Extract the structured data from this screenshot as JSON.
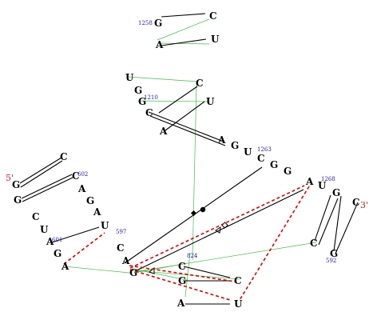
{
  "nucleotides": [
    "G",
    "C",
    "A",
    "U",
    "U",
    "G",
    "C",
    "G",
    "A",
    "C",
    "U",
    "A",
    "G",
    "U",
    "C",
    "G",
    "G",
    "A",
    "U",
    "G",
    "C",
    "G",
    "C",
    "G",
    "C",
    "G",
    "C",
    "A",
    "G",
    "A",
    "C",
    "U",
    "U",
    "A",
    "A",
    "G",
    "G",
    "C",
    "A",
    "C",
    "G",
    "C",
    "A",
    "U"
  ],
  "position_labels": [
    "1258",
    "1210",
    "1263",
    "1268",
    "602",
    "597",
    "601",
    "592",
    "824"
  ],
  "strand_ends": {
    "five_prime": "5'",
    "three_prime": "3'"
  },
  "colors": {
    "base": "#000000",
    "position_label": "#1a1aa8",
    "strand_end": "#cc2222",
    "backbone": "#44bb44",
    "base_pair": "#000000",
    "tertiary": "#dd0000"
  }
}
